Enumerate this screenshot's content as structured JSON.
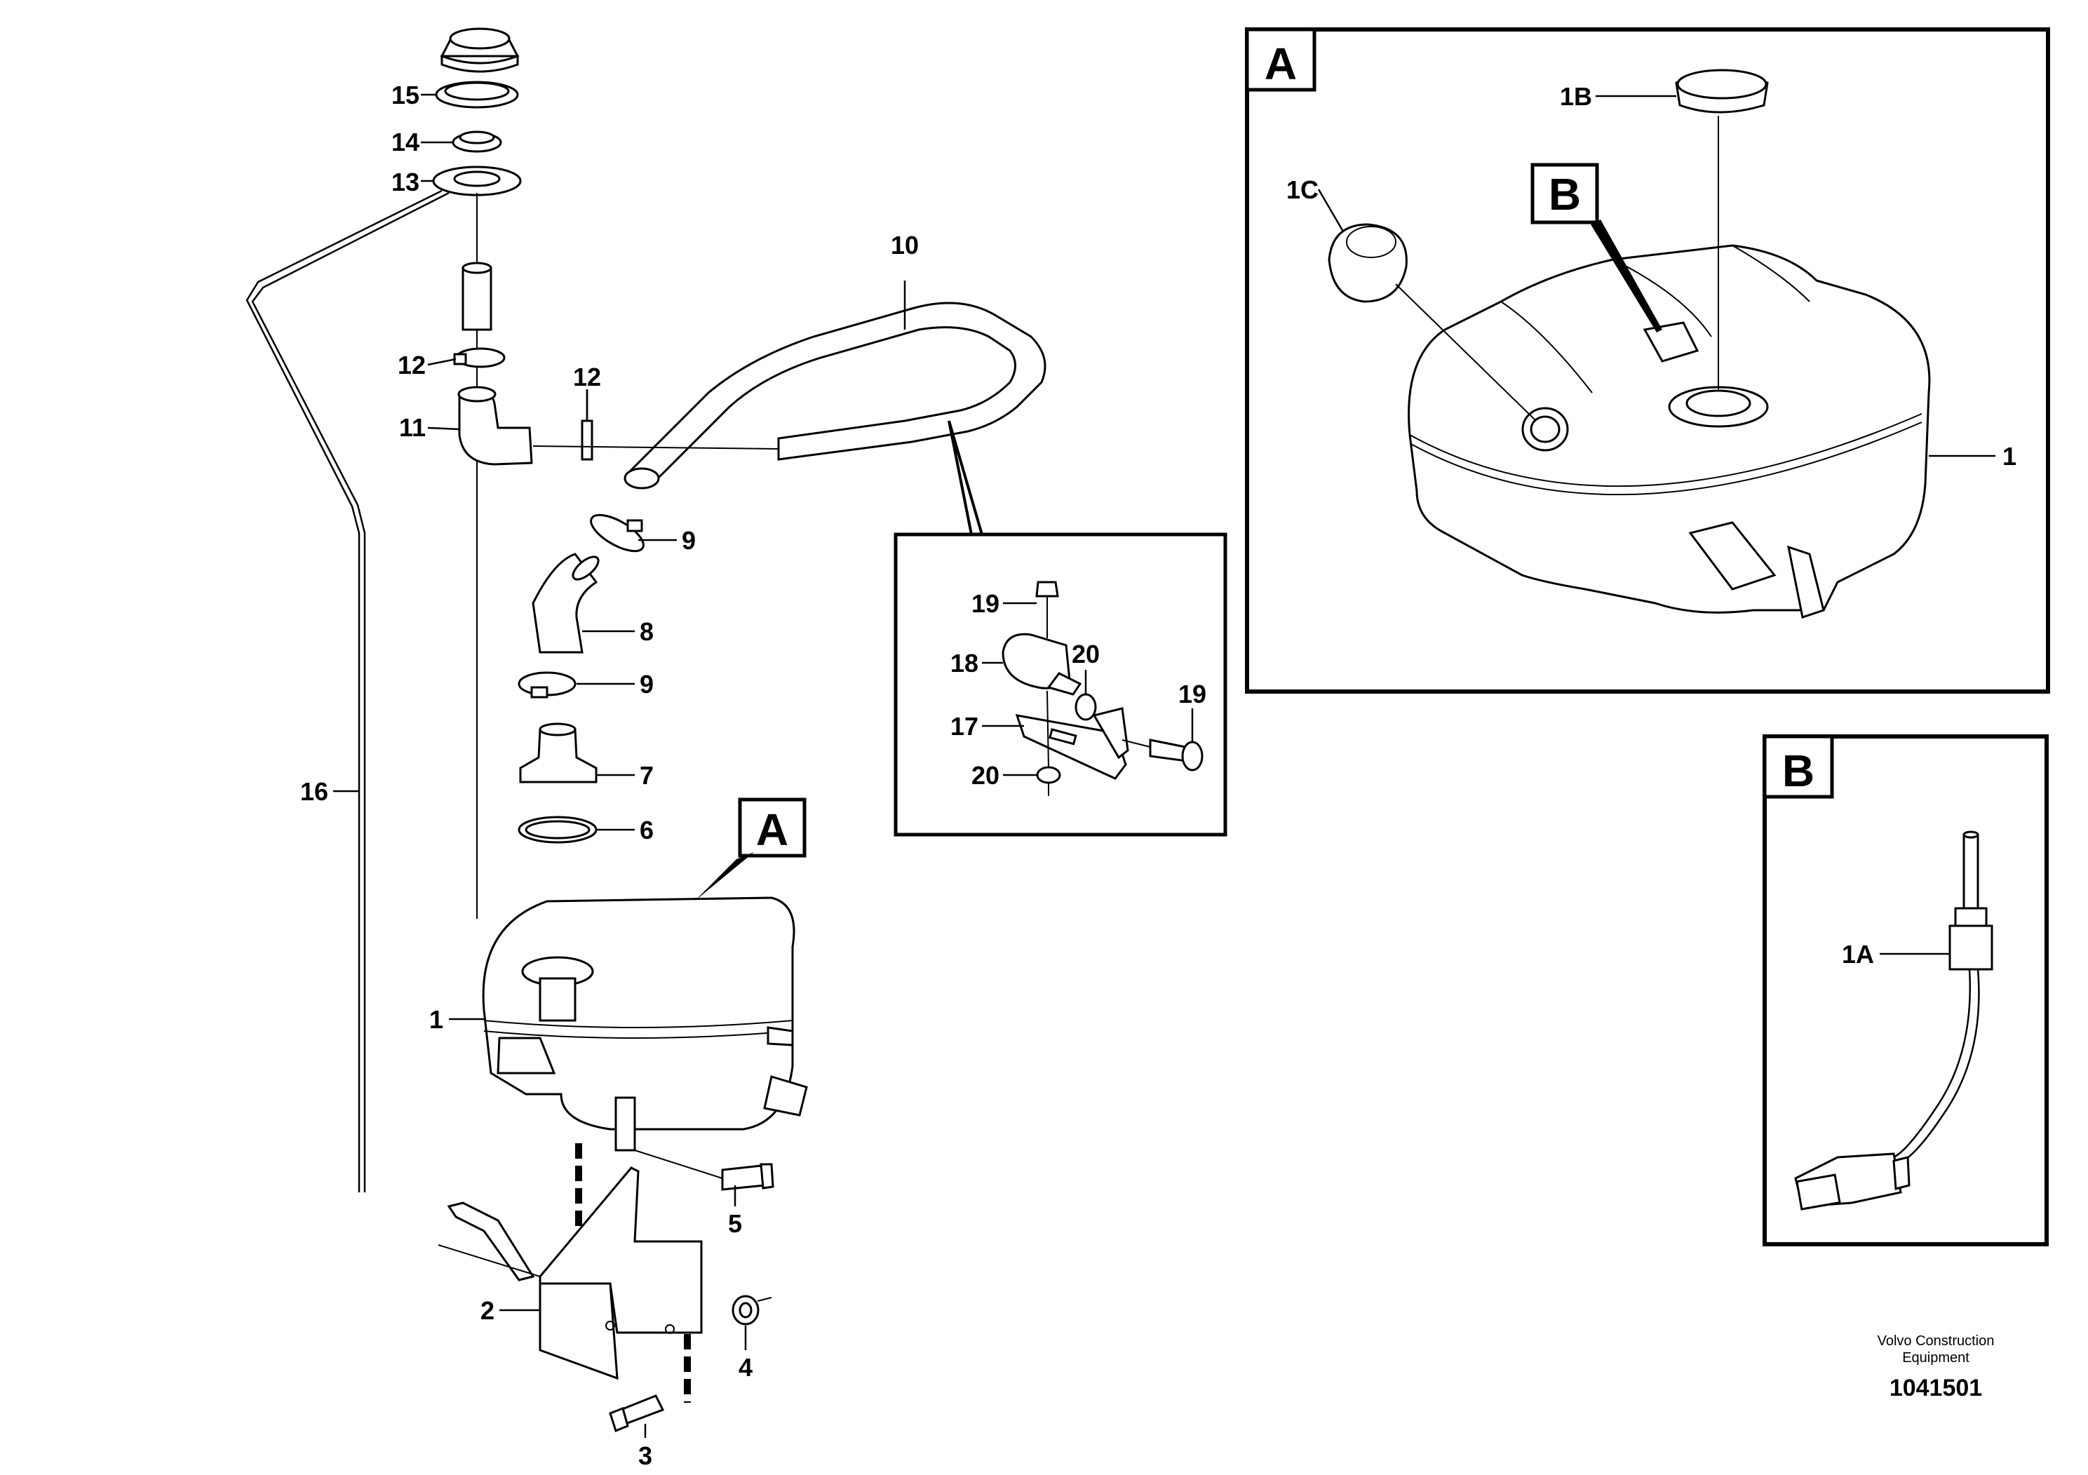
{
  "diagram": {
    "labels": {
      "l1": "1",
      "l1A": "1A",
      "l1B": "1B",
      "l1C": "1C",
      "l2": "2",
      "l3": "3",
      "l4": "4",
      "l5": "5",
      "l6": "6",
      "l7": "7",
      "l8": "8",
      "l9": "9",
      "l10": "10",
      "l11": "11",
      "l12": "12",
      "l13": "13",
      "l14": "14",
      "l15": "15",
      "l16": "16",
      "l17": "17",
      "l18": "18",
      "l19": "19",
      "l20": "20"
    },
    "callouts": {
      "a": "A",
      "b": "B"
    },
    "footer": {
      "brand_line1": "Volvo Construction",
      "brand_line2": "Equipment",
      "doc_number": "1041501"
    }
  }
}
